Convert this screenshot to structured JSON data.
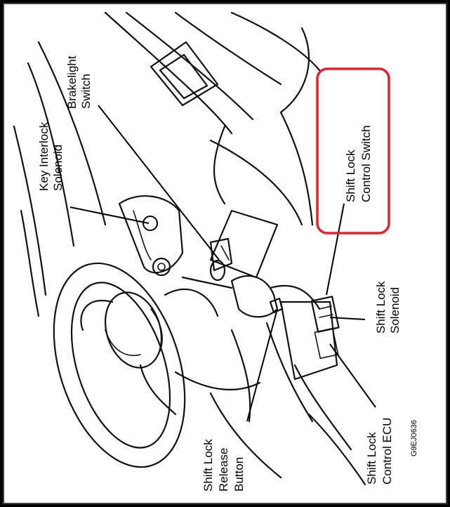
{
  "labels": {
    "brakelight_switch": [
      "Brakelight",
      "Switch"
    ],
    "key_interlock_solenoid": [
      "Key Interlock",
      "Solenoid"
    ],
    "shift_lock_control_switch": [
      "Shift Lock",
      "Control Switch"
    ],
    "shift_lock_solenoid": [
      "Shift Lock",
      "Solenoid"
    ],
    "shift_lock_release_button": [
      "Shift Lock",
      "Release",
      "Button"
    ],
    "shift_lock_control_ecu": [
      "Shift Lock",
      "Control ECU"
    ]
  },
  "figure_code": "G9EJ0636",
  "colors": {
    "highlight": "#e8202a",
    "ink": "#111111",
    "frame": "#000000"
  }
}
